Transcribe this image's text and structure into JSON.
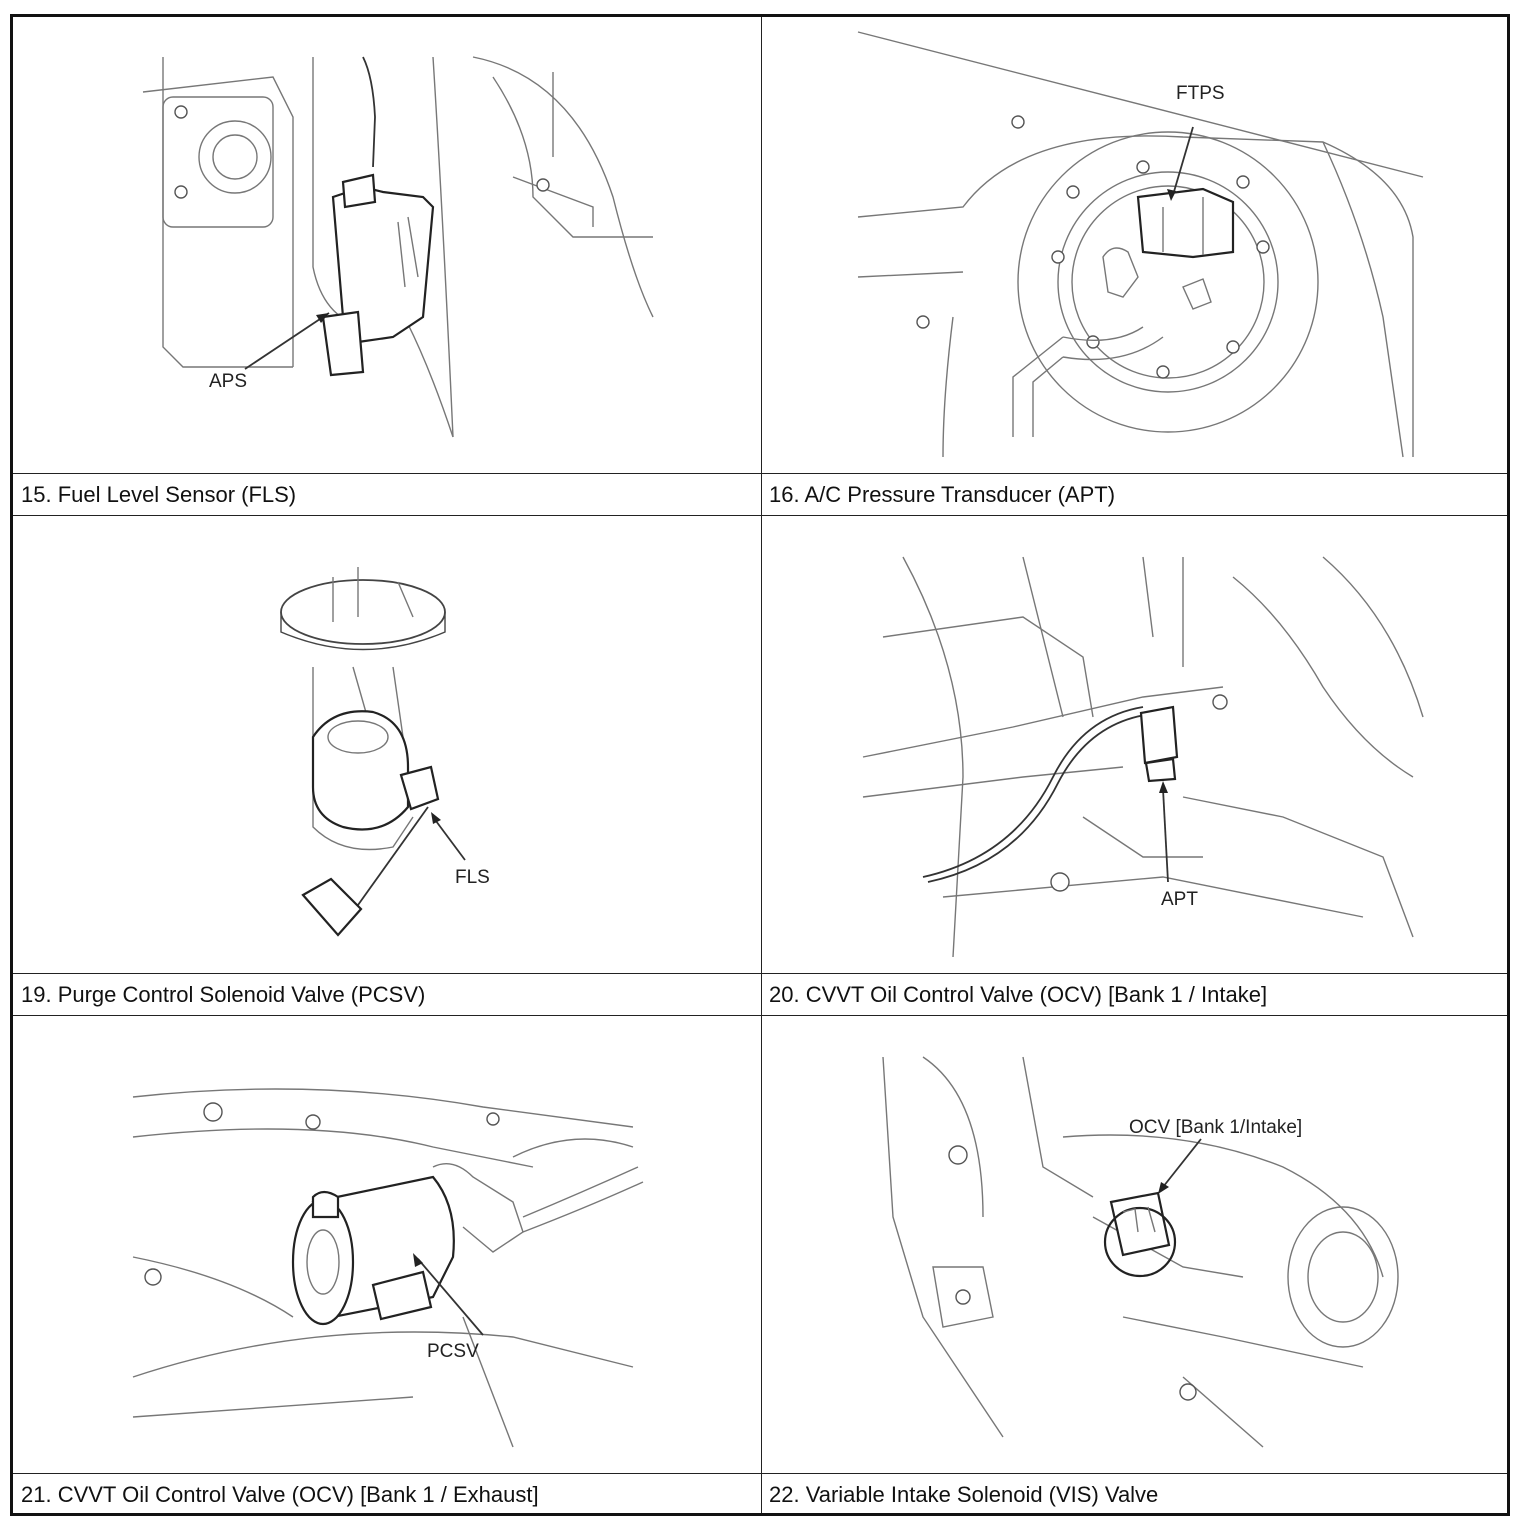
{
  "panels": [
    {
      "caption": "15. Fuel Level Sensor (FLS)",
      "callout": "APS"
    },
    {
      "caption": "16. A/C Pressure Transducer (APT)",
      "callout": "FTPS"
    },
    {
      "caption": "19. Purge Control Solenoid Valve (PCSV)",
      "callout": "FLS"
    },
    {
      "caption": "20. CVVT Oil Control Valve (OCV) [Bank 1 / Intake]",
      "callout": "APT"
    },
    {
      "caption": "21. CVVT Oil Control Valve (OCV) [Bank 1 / Exhaust]",
      "callout": "PCSV"
    },
    {
      "caption": "22. Variable Intake Solenoid (VIS) Valve",
      "callout": "OCV [Bank 1/Intake]"
    }
  ],
  "colors": {
    "border": "#111111",
    "line_art": "#777777",
    "part": "#222222"
  }
}
